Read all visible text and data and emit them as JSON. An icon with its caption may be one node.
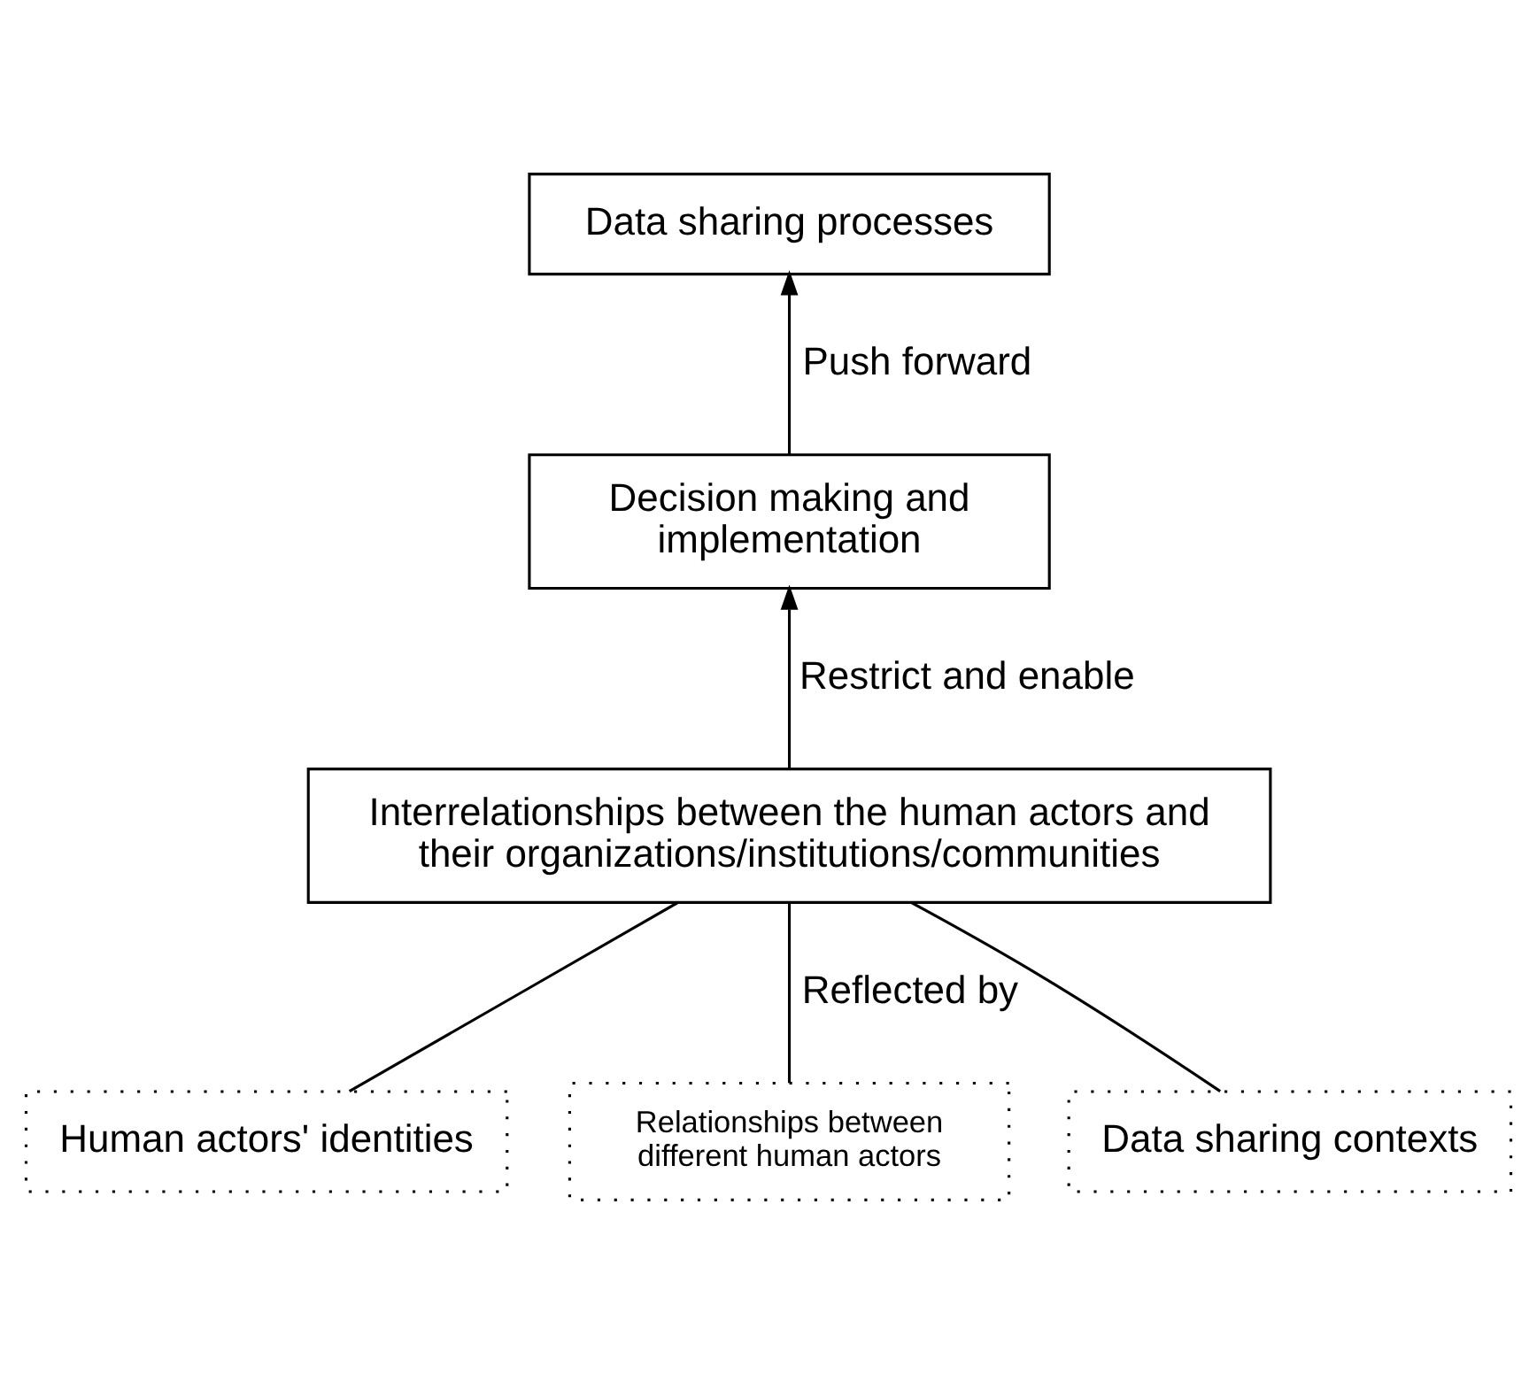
{
  "diagram": {
    "nodes": [
      {
        "text": [
          "Data sharing processes"
        ]
      },
      {
        "text": [
          "Decision making and implementation"
        ]
      },
      {
        "text": [
          "Interrelationships between the human actors and their organizations/institutions/communities"
        ]
      },
      {
        "text": [
          "Human actors' identities"
        ]
      },
      {
        "text": [
          "Relationships between different human actors"
        ]
      },
      {
        "text": [
          "Data sharing contexts"
        ]
      }
    ],
    "edges": [
      {
        "from": 1,
        "to": 0,
        "arrow": "to",
        "label": "Push forward"
      },
      {
        "from": 2,
        "to": 1,
        "arrow": "to",
        "label": "Restrict and enable"
      },
      {
        "from": 3,
        "to": 2,
        "arrow": "none"
      },
      {
        "from": 4,
        "to": 2,
        "arrow": "none",
        "label": "Reflected by"
      },
      {
        "from": 5,
        "to": 2,
        "arrow": "none"
      }
    ]
  }
}
